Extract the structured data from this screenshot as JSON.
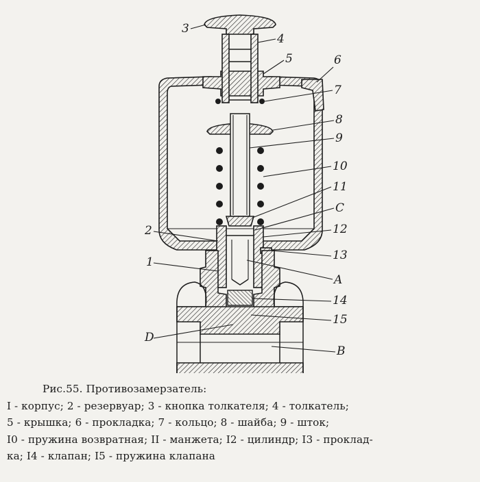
{
  "caption": {
    "title": "Рис.55. Противозамерзатель:",
    "lines": [
      "I - корпус; 2 - резервуар; 3 - кнопка толкателя; 4 - толкатель;",
      "5 - крышка; 6 - прокладка; 7 - кольцо; 8 - шайба; 9 - шток;",
      "I0 - пружина возвратная; II - манжета; I2 - цилиндр; I3 - проклад-",
      "ка; I4 - клапан; I5 - пружина клапана"
    ]
  },
  "callouts": {
    "c3": "3",
    "c4": "4",
    "c5": "5",
    "c6": "6",
    "c7": "7",
    "c8": "8",
    "c9": "9",
    "c10": "10",
    "c11": "11",
    "cC": "C",
    "c2": "2",
    "c12": "12",
    "c13": "13",
    "c1": "1",
    "cA": "A",
    "c14": "14",
    "c15": "15",
    "cD": "D",
    "cB": "B"
  }
}
